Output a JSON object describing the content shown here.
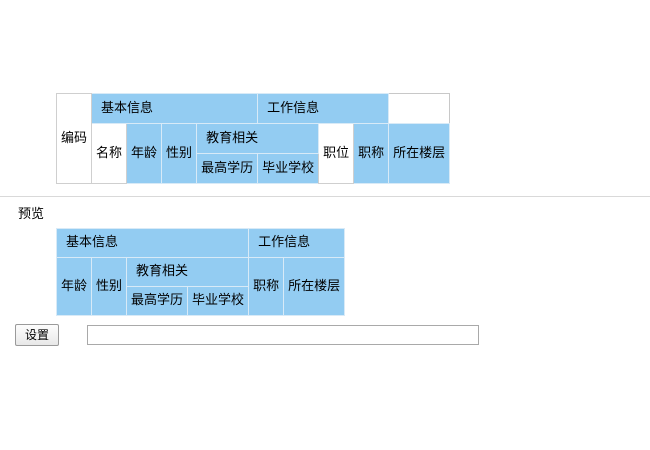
{
  "colors": {
    "selected_cell": "#93ccf2",
    "unselected_cell": "#ffffff",
    "grid_line": "#d8eaf7",
    "table_border": "#c8c8c8",
    "divider": "#d9d9d9"
  },
  "selector_table": {
    "name": "column-selector",
    "rows": [
      {
        "cells": [
          {
            "label": "编码",
            "selected": false,
            "colspan": 1,
            "rowspan": 3,
            "align": "center"
          },
          {
            "label": "基本信息",
            "selected": true,
            "colspan": 4,
            "rowspan": 1,
            "align": "left"
          },
          {
            "label": "工作信息",
            "selected": true,
            "colspan": 3,
            "rowspan": 1,
            "align": "left"
          }
        ]
      },
      {
        "cells": [
          {
            "label": "名称",
            "selected": false,
            "colspan": 1,
            "rowspan": 2,
            "align": "center"
          },
          {
            "label": "年龄",
            "selected": true,
            "colspan": 1,
            "rowspan": 2,
            "align": "center"
          },
          {
            "label": "性别",
            "selected": true,
            "colspan": 1,
            "rowspan": 2,
            "align": "center"
          },
          {
            "label": "教育相关",
            "selected": true,
            "colspan": 2,
            "rowspan": 1,
            "align": "left"
          },
          {
            "label": "职位",
            "selected": false,
            "colspan": 1,
            "rowspan": 2,
            "align": "center"
          },
          {
            "label": "职称",
            "selected": true,
            "colspan": 1,
            "rowspan": 2,
            "align": "center"
          },
          {
            "label": "所在楼层",
            "selected": true,
            "colspan": 1,
            "rowspan": 2,
            "align": "center"
          }
        ]
      },
      {
        "cells": [
          {
            "label": "最高学历",
            "selected": true,
            "colspan": 1,
            "rowspan": 1,
            "align": "center"
          },
          {
            "label": "毕业学校",
            "selected": true,
            "colspan": 1,
            "rowspan": 1,
            "align": "center"
          }
        ]
      }
    ]
  },
  "preview": {
    "label": "预览",
    "table": {
      "name": "column-preview",
      "rows": [
        {
          "cells": [
            {
              "label": "基本信息",
              "colspan": 4,
              "rowspan": 1,
              "align": "left"
            },
            {
              "label": "工作信息",
              "colspan": 2,
              "rowspan": 1,
              "align": "left"
            }
          ]
        },
        {
          "cells": [
            {
              "label": "年龄",
              "colspan": 1,
              "rowspan": 2,
              "align": "center"
            },
            {
              "label": "性别",
              "colspan": 1,
              "rowspan": 2,
              "align": "center"
            },
            {
              "label": "教育相关",
              "colspan": 2,
              "rowspan": 1,
              "align": "left"
            },
            {
              "label": "职称",
              "colspan": 1,
              "rowspan": 2,
              "align": "center"
            },
            {
              "label": "所在楼层",
              "colspan": 1,
              "rowspan": 2,
              "align": "center"
            }
          ]
        },
        {
          "cells": [
            {
              "label": "最高学历",
              "colspan": 1,
              "rowspan": 1,
              "align": "center"
            },
            {
              "label": "毕业学校",
              "colspan": 1,
              "rowspan": 1,
              "align": "center"
            }
          ]
        }
      ]
    }
  },
  "bottom": {
    "settings_button_label": "设置",
    "settings_input_value": "",
    "settings_input_placeholder": ""
  }
}
